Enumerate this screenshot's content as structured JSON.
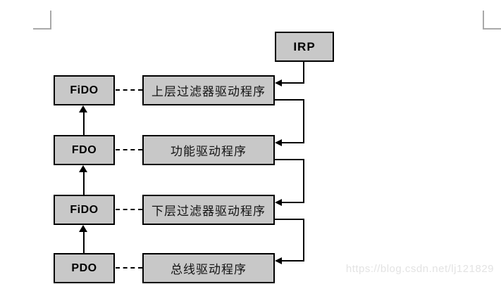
{
  "page": {
    "watermark": "https://blog.csdn.net/lj121829"
  },
  "colors": {
    "box_fill": "#c8c8c8",
    "box_border": "#000000",
    "connector": "#000000",
    "crop_mark": "#a9a9a9",
    "watermark_text": "#e3e3e3"
  },
  "diagram": {
    "irp": {
      "label": "IRP"
    },
    "rows": [
      {
        "device_object": "FiDO",
        "driver": "上层过滤器驱动程序"
      },
      {
        "device_object": "FDO",
        "driver": "功能驱动程序"
      },
      {
        "device_object": "FiDO",
        "driver": "下层过滤器驱动程序"
      },
      {
        "device_object": "PDO",
        "driver": "总线驱动程序"
      }
    ]
  }
}
